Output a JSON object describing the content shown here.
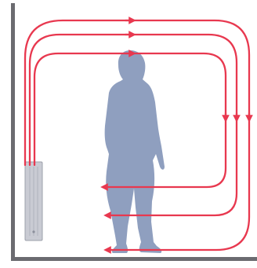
{
  "diagram": {
    "subject": "radiant-heat-circulation",
    "elements": {
      "wall": "wall",
      "floor": "floor",
      "heater": "wall-mounted-radiator",
      "person": "standing-woman-silhouette",
      "airflow": "circulation-arrows"
    },
    "colors": {
      "background": "#ffffff",
      "wall": "#6b6b70",
      "floor": "#6b6b70",
      "heater_body": "#c9cbd3",
      "heater_edge": "#9da0ab",
      "person": "#8f9fbf",
      "arrow": "#e8384f"
    },
    "loops": 3,
    "arrow_direction": {
      "top_runs": "right",
      "right_side": "down",
      "bottom_runs": "left"
    }
  }
}
